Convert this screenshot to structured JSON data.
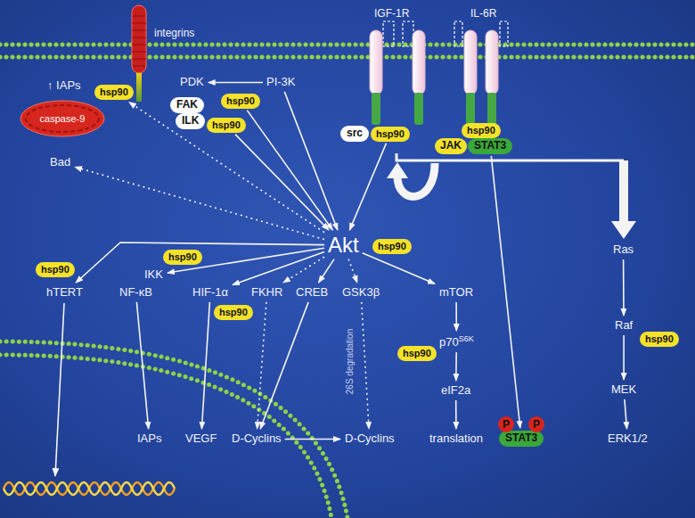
{
  "diagram": {
    "nodes": [
      {
        "text": [
          "↑ IAPs"
        ]
      },
      {
        "text": [
          "hsp90"
        ]
      },
      {
        "text": [
          "caspase-9"
        ]
      },
      {
        "text": [
          "Bad"
        ]
      },
      {
        "text": [
          "FAK"
        ]
      },
      {
        "text": [
          "ILK"
        ]
      },
      {
        "text": [
          "hsp90"
        ]
      },
      {
        "text": [
          "PDK"
        ]
      },
      {
        "text": [
          "hsp90"
        ]
      },
      {
        "text": [
          "PI-3K"
        ]
      },
      {
        "text": [
          "src"
        ]
      },
      {
        "text": [
          "hsp90"
        ]
      },
      {
        "text": [
          "hsp90"
        ]
      },
      {
        "text": [
          "JAK"
        ]
      },
      {
        "text": [
          "STAT3"
        ]
      },
      {
        "text": [
          "Akt"
        ]
      },
      {
        "text": [
          "hsp90"
        ]
      },
      {
        "text": [
          "hsp90"
        ]
      },
      {
        "text": [
          "hTERT"
        ]
      },
      {
        "text": [
          "IKK"
        ]
      },
      {
        "text": [
          "hsp90"
        ]
      },
      {
        "text": [
          "NF-κB"
        ]
      },
      {
        "text": [
          "HIF-1α"
        ]
      },
      {
        "text": [
          "hsp90"
        ]
      },
      {
        "text": [
          "FKHR"
        ]
      },
      {
        "text": [
          "CREB"
        ]
      },
      {
        "text": [
          "GSK3β"
        ]
      },
      {
        "text": [
          "mTOR"
        ]
      },
      {
        "text": [
          "p70",
          "S6K"
        ]
      },
      {
        "text": [
          "hsp90"
        ]
      },
      {
        "text": [
          "eIF2a"
        ]
      },
      {
        "text": [
          "translation"
        ]
      },
      {
        "text": [
          "IAPs"
        ]
      },
      {
        "text": [
          "VEGF"
        ]
      },
      {
        "text": [
          "D-Cyclins"
        ]
      },
      {
        "text": [
          "D-Cyclins"
        ]
      },
      {
        "text": [
          "Ras"
        ]
      },
      {
        "text": [
          "Raf"
        ]
      },
      {
        "text": [
          "hsp90"
        ]
      },
      {
        "text": [
          "MEK"
        ]
      },
      {
        "text": [
          "ERK1/2"
        ]
      },
      {
        "text": [
          "STAT3"
        ]
      },
      {
        "text": [
          "P"
        ]
      },
      {
        "text": [
          "P"
        ]
      }
    ],
    "edges": [
      {
        "from": 9,
        "to": 7,
        "arrow": "to"
      },
      {
        "from": 6,
        "to": 15,
        "arrow": "to"
      },
      {
        "from": 8,
        "to": 15,
        "arrow": "to"
      },
      {
        "from": 9,
        "to": 15,
        "arrow": "to"
      },
      {
        "from": 11,
        "to": 15,
        "arrow": "to"
      },
      {
        "from": 15,
        "to": 1,
        "arrow": "to"
      },
      {
        "from": 15,
        "to": 3,
        "arrow": "to"
      },
      {
        "from": 15,
        "to": 18,
        "arrow": "to"
      },
      {
        "from": 15,
        "to": 19,
        "arrow": "to"
      },
      {
        "from": 15,
        "to": 22,
        "arrow": "to"
      },
      {
        "from": 15,
        "to": 24,
        "arrow": "to"
      },
      {
        "from": 15,
        "to": 25,
        "arrow": "to"
      },
      {
        "from": 15,
        "to": 26,
        "arrow": "to"
      },
      {
        "from": 15,
        "to": 27,
        "arrow": "to"
      },
      {
        "from": 27,
        "to": 28,
        "arrow": "to"
      },
      {
        "from": 28,
        "to": 30,
        "arrow": "to"
      },
      {
        "from": 30,
        "to": 31,
        "arrow": "to"
      },
      {
        "from": 21,
        "to": 32,
        "arrow": "to"
      },
      {
        "from": 22,
        "to": 33,
        "arrow": "to"
      },
      {
        "from": 24,
        "to": 34,
        "arrow": "to"
      },
      {
        "from": 25,
        "to": 34,
        "arrow": "to"
      },
      {
        "from": 34,
        "to": 35,
        "arrow": "to"
      },
      {
        "from": 26,
        "to": 35,
        "arrow": "to"
      },
      {
        "from": 36,
        "to": 37,
        "arrow": "to"
      },
      {
        "from": 37,
        "to": 39,
        "arrow": "to"
      },
      {
        "from": 39,
        "to": 40,
        "arrow": "to"
      },
      {
        "from": 14,
        "to": 41,
        "arrow": "to"
      }
    ],
    "labels": [
      "integrins",
      "IGF-1R",
      "IL-6R",
      "26S degradation"
    ]
  }
}
